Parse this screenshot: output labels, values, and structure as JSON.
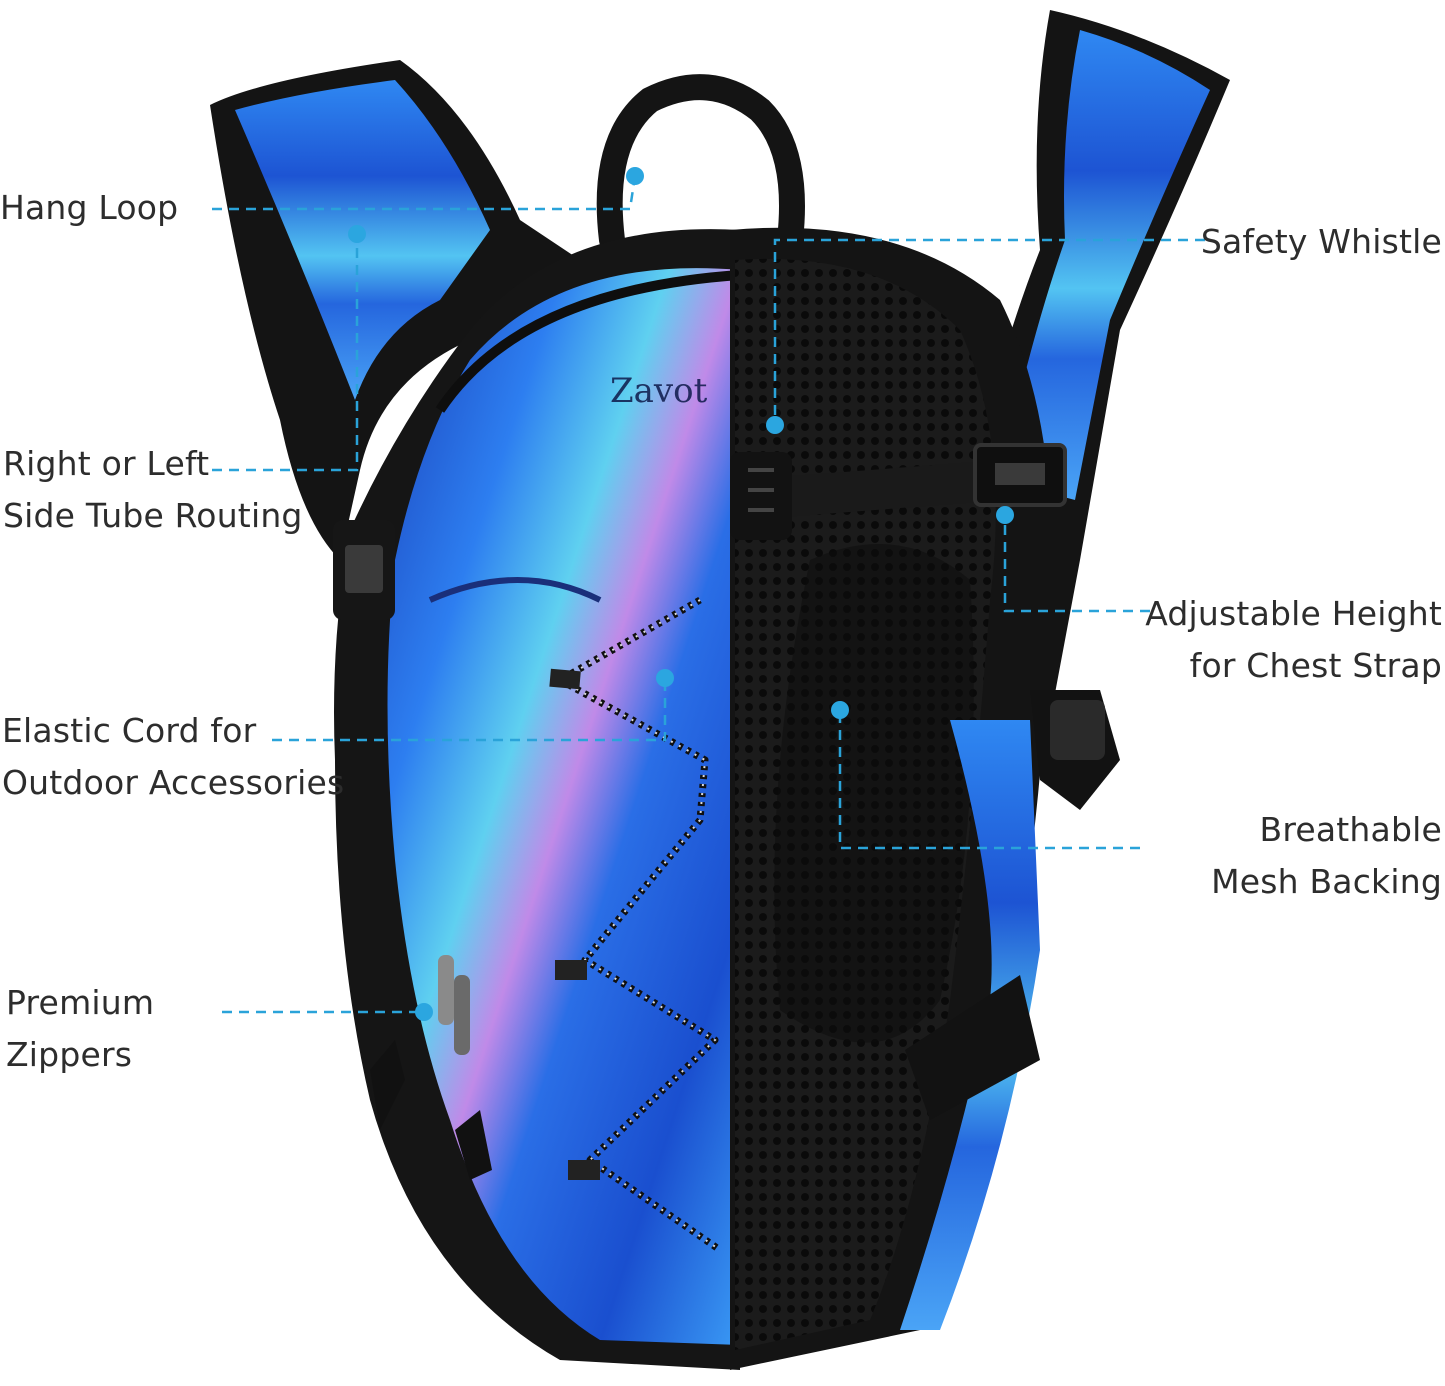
{
  "brand": {
    "logo_text": "Zavot"
  },
  "colors": {
    "callout": "#2aa3d9",
    "holo_blue": "#1f63d8",
    "strap_black": "#121212",
    "label_text": "#2d2d2d"
  },
  "features": {
    "hang_loop": "Hang Loop",
    "safety_whistle": "Safety Whistle",
    "tube_routing": {
      "line1": "Right or Left",
      "line2": "Side Tube Routing"
    },
    "chest_strap": {
      "line1": "Adjustable Height",
      "line2": "for Chest Strap"
    },
    "elastic_cord": {
      "line1": "Elastic Cord for",
      "line2": "Outdoor Accessories"
    },
    "mesh_backing": {
      "line1": "Breathable",
      "line2": "Mesh Backing"
    },
    "zippers": {
      "line1": "Premium",
      "line2": "Zippers"
    }
  }
}
